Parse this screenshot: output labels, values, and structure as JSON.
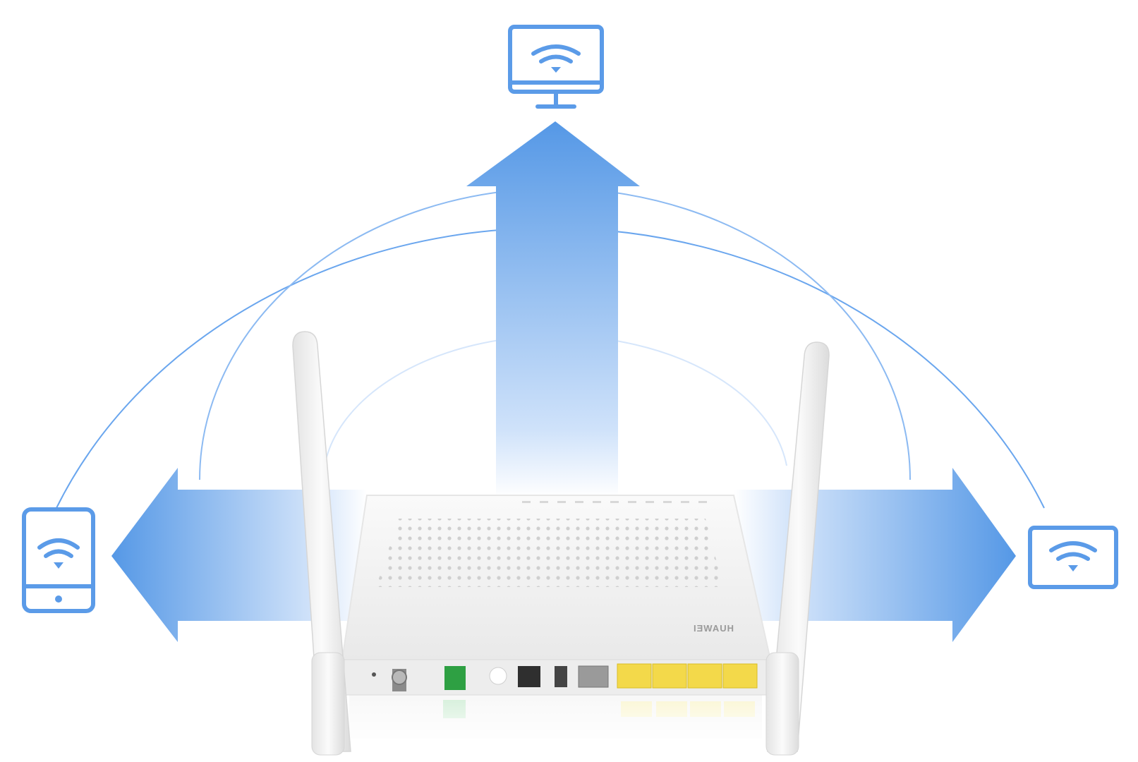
{
  "diagram": {
    "accent_color": "#5b9be8",
    "arc_color": "#6aa6ee",
    "arrow_color": "#5598e6",
    "router": {
      "body_color": "#f4f4f4",
      "port_yellow": "#f3d94a",
      "port_green": "#2ea043",
      "brand_label": "HUAWEI",
      "brand_label_mirrored": true
    },
    "devices": [
      {
        "id": "monitor",
        "icon": "monitor-wifi-icon"
      },
      {
        "id": "phone",
        "icon": "phone-wifi-icon"
      },
      {
        "id": "tablet",
        "icon": "tablet-wifi-icon"
      }
    ],
    "arrows": [
      {
        "id": "up",
        "icon": "arrow-up-icon"
      },
      {
        "id": "left",
        "icon": "arrow-left-icon"
      },
      {
        "id": "right",
        "icon": "arrow-right-icon"
      }
    ]
  }
}
